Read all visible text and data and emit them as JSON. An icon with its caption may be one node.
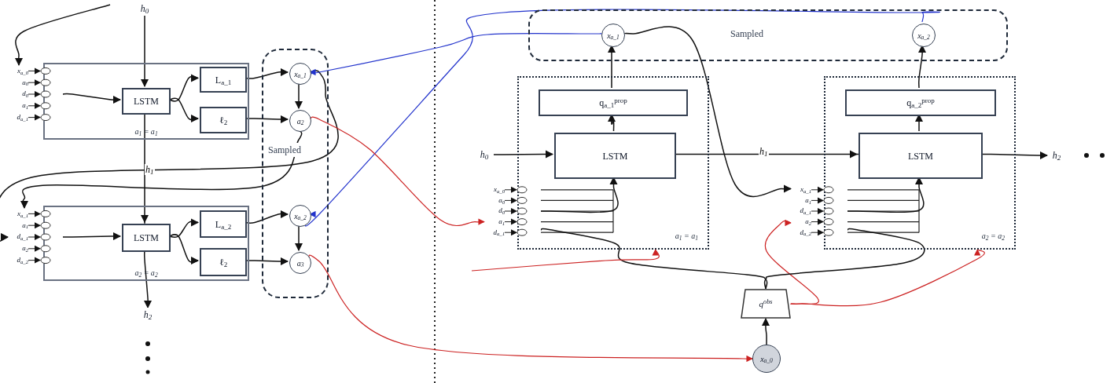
{
  "diagram": {
    "nodes": [
      {
        "text": [
          "Sampled"
        ]
      },
      {
        "text": [
          "a$_{1}$ = a$_{1}$"
        ]
      },
      {
        "text": [
          "LSTM"
        ],
        "in": 1
      },
      {
        "text": [
          "L$_{a_1}$"
        ],
        "in": 1
      },
      {
        "text": [
          "ℓ$_{2}$"
        ],
        "in": 1
      },
      {
        "text": [
          "x$_{a_0}$",
          "a$_{0}$",
          "d$_{0}$",
          "a$_{1}$",
          "d$_{a_1}$"
        ]
      },
      {
        "text": [
          "x$_{a_1}$"
        ],
        "in": 0
      },
      {
        "text": [
          "a$_{2}$"
        ],
        "in": 0
      },
      {
        "text": [
          "a$_{2}$ = a$_{2}$"
        ]
      },
      {
        "text": [
          "LSTM"
        ],
        "in": 8
      },
      {
        "text": [
          "L$_{a_2}$"
        ],
        "in": 8
      },
      {
        "text": [
          "ℓ$_{2}$"
        ],
        "in": 8
      },
      {
        "text": [
          "x$_{a_1}$",
          "a$_{1}$",
          "d$_{a_1}$",
          "a$_{2}$",
          "d$_{a_2}$"
        ]
      },
      {
        "text": [
          "x$_{a_2}$"
        ],
        "in": 0
      },
      {
        "text": [
          "a$_{3}$"
        ],
        "in": 0
      },
      {
        "text": [
          "h$_{0}$"
        ]
      },
      {
        "text": [
          "h$_{2}$"
        ]
      },
      {
        "text": [
          "Sampled"
        ]
      },
      {
        "text": [
          "x$_{a_1}$"
        ],
        "in": 17
      },
      {
        "text": [
          "x$_{a_2}$"
        ],
        "in": 17
      },
      {
        "text": [
          "a$_{1}$ = a$_{1}$"
        ]
      },
      {
        "text": [
          "q$_{a_1}$$^{prop}$"
        ],
        "in": 20
      },
      {
        "text": [
          "LSTM"
        ],
        "in": 20
      },
      {
        "text": [
          "x$_{a_0}$",
          "a$_{0}$",
          "d$_{0}$",
          "a$_{1}$",
          "d$_{a_1}$"
        ]
      },
      {
        "text": [
          "a$_{2}$ = a$_{2}$"
        ]
      },
      {
        "text": [
          "q$_{a_2}$$^{prop}$"
        ],
        "in": 24
      },
      {
        "text": [
          "LSTM"
        ],
        "in": 24
      },
      {
        "text": [
          "x$_{a_1}$",
          "a$_{1}$",
          "d$_{a_1}$",
          "a$_{2}$",
          "d$_{a_2}$"
        ]
      },
      {
        "text": [
          "h$_{0}$"
        ]
      },
      {
        "text": [
          "h$_{2}$"
        ]
      },
      {
        "text": [
          "q$^{obs}$"
        ]
      },
      {
        "text": [
          "x$_{a_0}$"
        ]
      }
    ],
    "edges": [
      {
        "from": 15,
        "to": 2,
        "arrow": "to"
      },
      {
        "from": 2,
        "to": 9,
        "arrow": "to",
        "label": "h$_{1}$"
      },
      {
        "from": 9,
        "to": 16,
        "arrow": "to"
      },
      {
        "from": 5,
        "to": 2,
        "arrow": "to"
      },
      {
        "from": 2,
        "to": 3,
        "arrow": "to"
      },
      {
        "from": 2,
        "to": 4,
        "arrow": "to"
      },
      {
        "from": 3,
        "to": 6,
        "arrow": "to"
      },
      {
        "from": 4,
        "to": 7,
        "arrow": "to"
      },
      {
        "from": 6,
        "to": 7,
        "arrow": "to"
      },
      {
        "from": 12,
        "to": 9,
        "arrow": "to"
      },
      {
        "from": 9,
        "to": 10,
        "arrow": "to"
      },
      {
        "from": 9,
        "to": 11,
        "arrow": "to"
      },
      {
        "from": 10,
        "to": 13,
        "arrow": "to"
      },
      {
        "from": 11,
        "to": 14,
        "arrow": "to"
      },
      {
        "from": 13,
        "to": 14,
        "arrow": "to"
      },
      {
        "from": 7,
        "to": 12,
        "arrow": "to"
      },
      {
        "from": 6,
        "to": 12,
        "arrow": "to"
      },
      {
        "from": null,
        "to": 5,
        "arrow": "to"
      },
      {
        "from": 18,
        "to": 6,
        "arrow": "to",
        "color": "#2233cc"
      },
      {
        "from": 19,
        "to": 13,
        "arrow": "to",
        "color": "#2233cc"
      },
      {
        "from": 7,
        "to": 23,
        "arrow": "to",
        "color": "#cc2222"
      },
      {
        "from": 14,
        "to": 31,
        "arrow": "to",
        "color": "#cc2222"
      },
      {
        "from": 30,
        "to": 27,
        "arrow": "to",
        "color": "#cc2222"
      },
      {
        "from": 30,
        "to": 24,
        "arrow": "to",
        "color": "#cc2222"
      },
      {
        "from": 28,
        "to": 22,
        "arrow": "to"
      },
      {
        "from": 22,
        "to": 26,
        "arrow": "to",
        "label": "h$_{1}$"
      },
      {
        "from": 26,
        "to": 29,
        "arrow": "to"
      },
      {
        "from": 22,
        "to": 21,
        "arrow": "to"
      },
      {
        "from": 21,
        "to": 18,
        "arrow": "to"
      },
      {
        "from": 26,
        "to": 25,
        "arrow": "to"
      },
      {
        "from": 25,
        "to": 19,
        "arrow": "to"
      },
      {
        "from": 18,
        "to": 27,
        "arrow": "to"
      },
      {
        "from": 23,
        "to": 22,
        "arrow": "to"
      },
      {
        "from": 27,
        "to": 26,
        "arrow": "to"
      },
      {
        "from": 23,
        "to": 30,
        "arrow": "none"
      },
      {
        "from": 27,
        "to": 30,
        "arrow": "none"
      },
      {
        "from": 31,
        "to": 30,
        "arrow": "to"
      },
      {
        "from": null,
        "to": 20,
        "arrow": "to",
        "color": "#cc2222"
      }
    ]
  }
}
